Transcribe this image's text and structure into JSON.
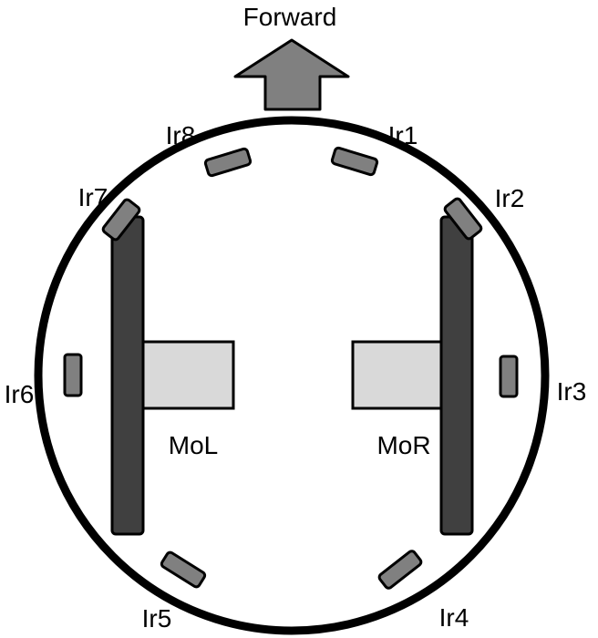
{
  "direction": {
    "label": "Forward"
  },
  "sensors": {
    "ir1": "Ir1",
    "ir2": "Ir2",
    "ir3": "Ir3",
    "ir4": "Ir4",
    "ir5": "Ir5",
    "ir6": "Ir6",
    "ir7": "Ir7",
    "ir8": "Ir8"
  },
  "motors": {
    "left": "MoL",
    "right": "MoR"
  },
  "colors": {
    "body_outline": "#000000",
    "wheel": "#404040",
    "sensor": "#808080",
    "motor": "#d9d9d9",
    "arrow": "#808080"
  }
}
